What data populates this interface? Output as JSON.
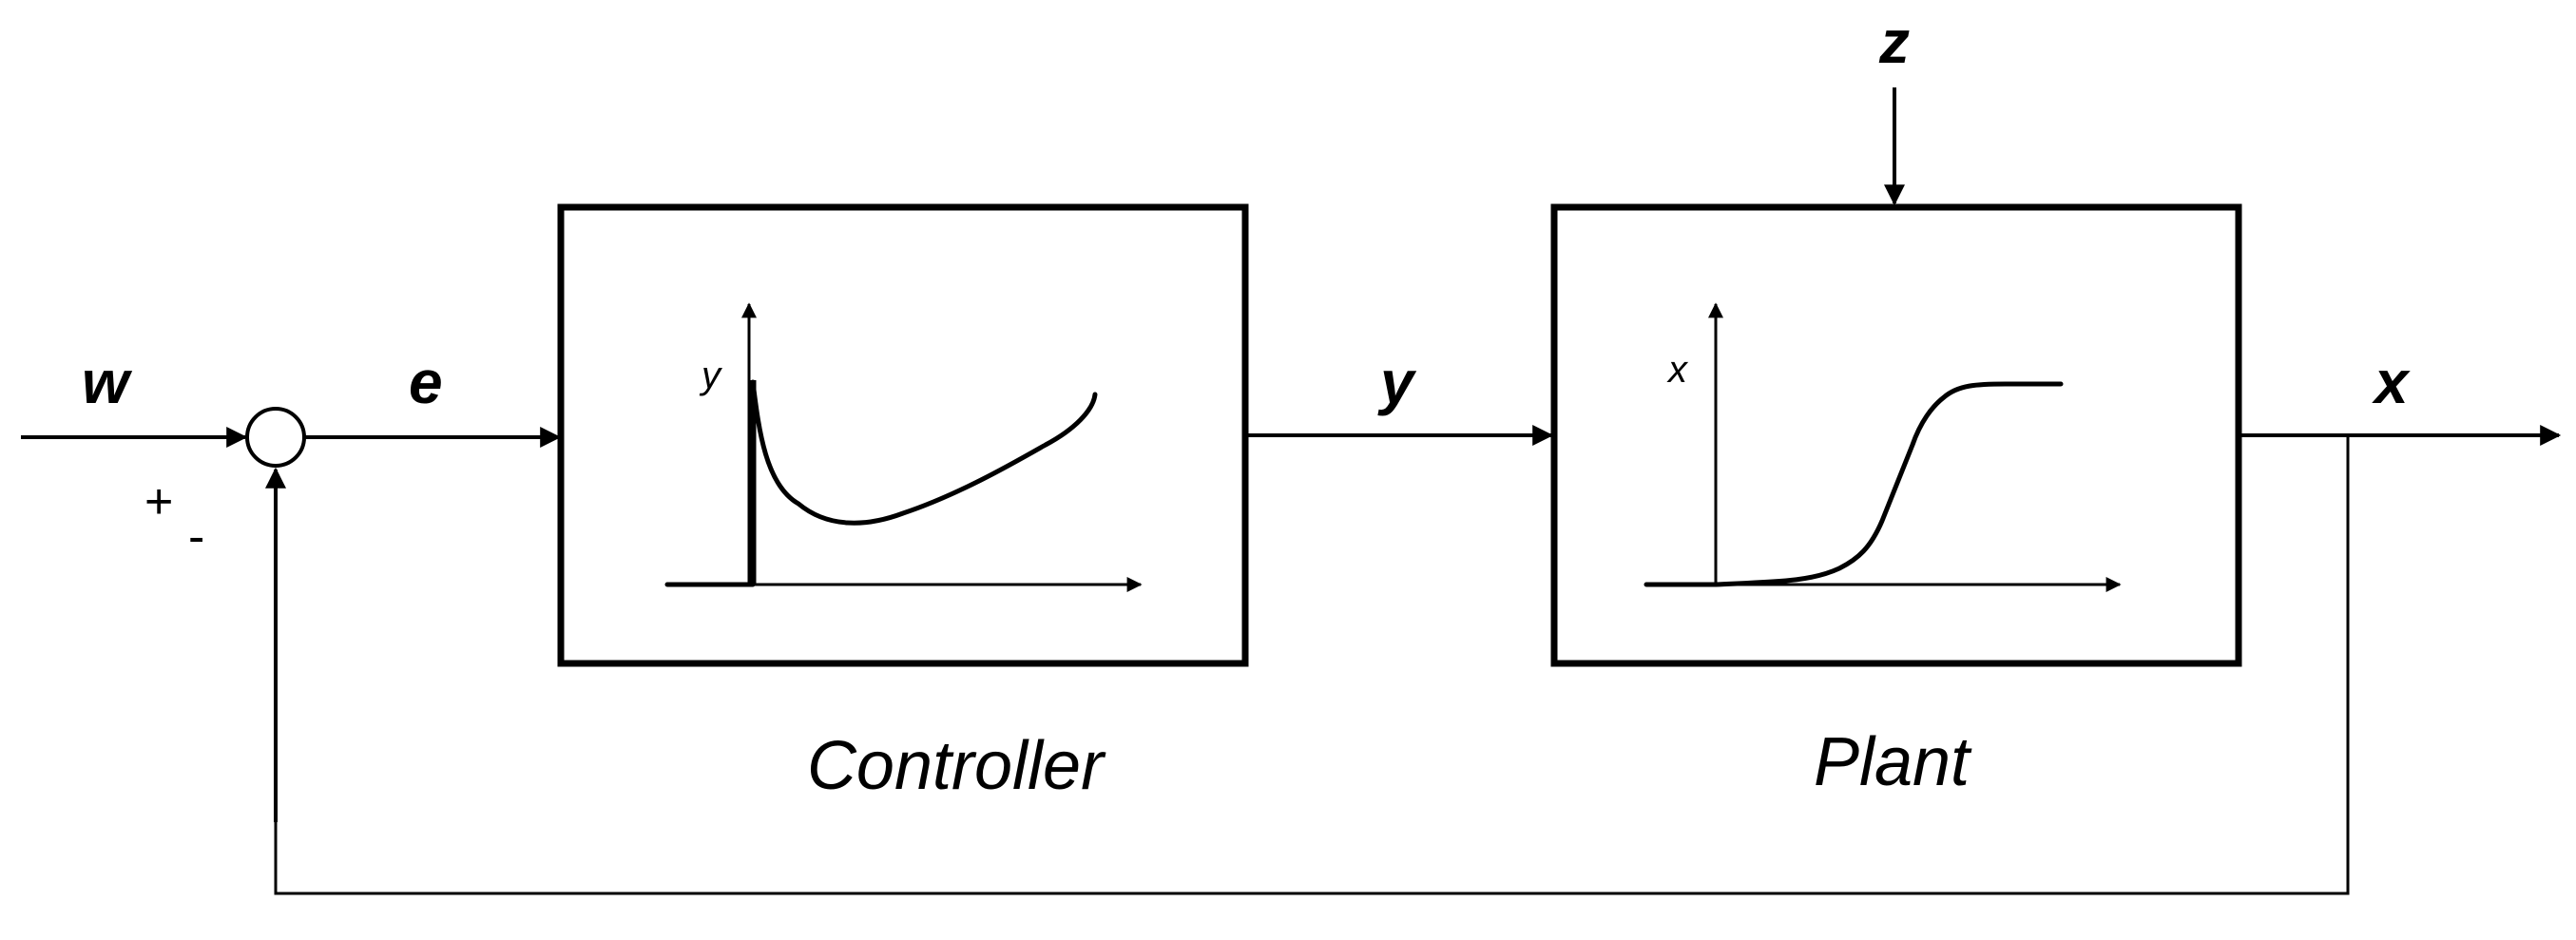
{
  "signals": {
    "w": "w",
    "e": "e",
    "y": "y",
    "x": "x",
    "z": "z"
  },
  "summing_junction": {
    "plus": "+",
    "minus": "-"
  },
  "controller": {
    "caption": "Controller",
    "axis_label": "y"
  },
  "plant": {
    "caption": "Plant",
    "axis_label": "x"
  }
}
